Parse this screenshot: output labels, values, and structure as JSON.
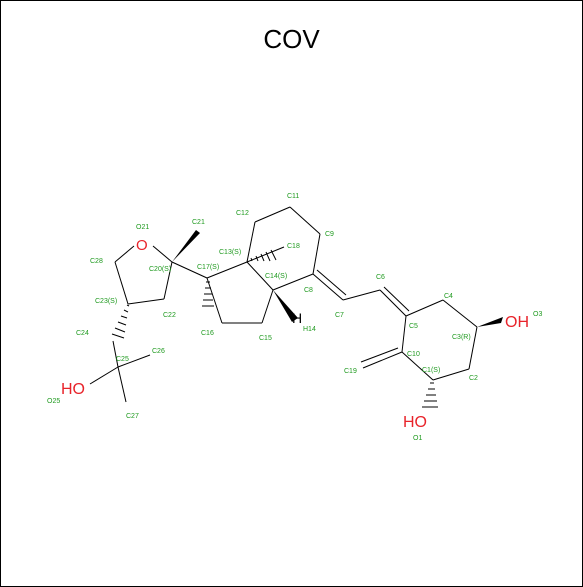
{
  "title": "COV",
  "colors": {
    "atom_label": "#1f9a1f",
    "heteroatom": "#e8232a",
    "bond": "#000000"
  },
  "groups": {
    "oh_right": "OH",
    "oh_bottom": "HO",
    "oh_left": "HO",
    "ring_oxygen": "O",
    "hydrogen": "H"
  },
  "atoms": [
    "O21",
    "C21",
    "C28",
    "C20(S)",
    "C17(S)",
    "C23(S)",
    "C22",
    "C24",
    "C25",
    "C26",
    "O25",
    "C27",
    "C16",
    "C15",
    "C12",
    "C11",
    "C13(S)",
    "C18",
    "C9",
    "C14(S)",
    "C8",
    "H14",
    "C6",
    "C7",
    "C4",
    "C5",
    "C3(R)",
    "O3",
    "C10",
    "C19",
    "C1(S)",
    "C2",
    "O1"
  ]
}
